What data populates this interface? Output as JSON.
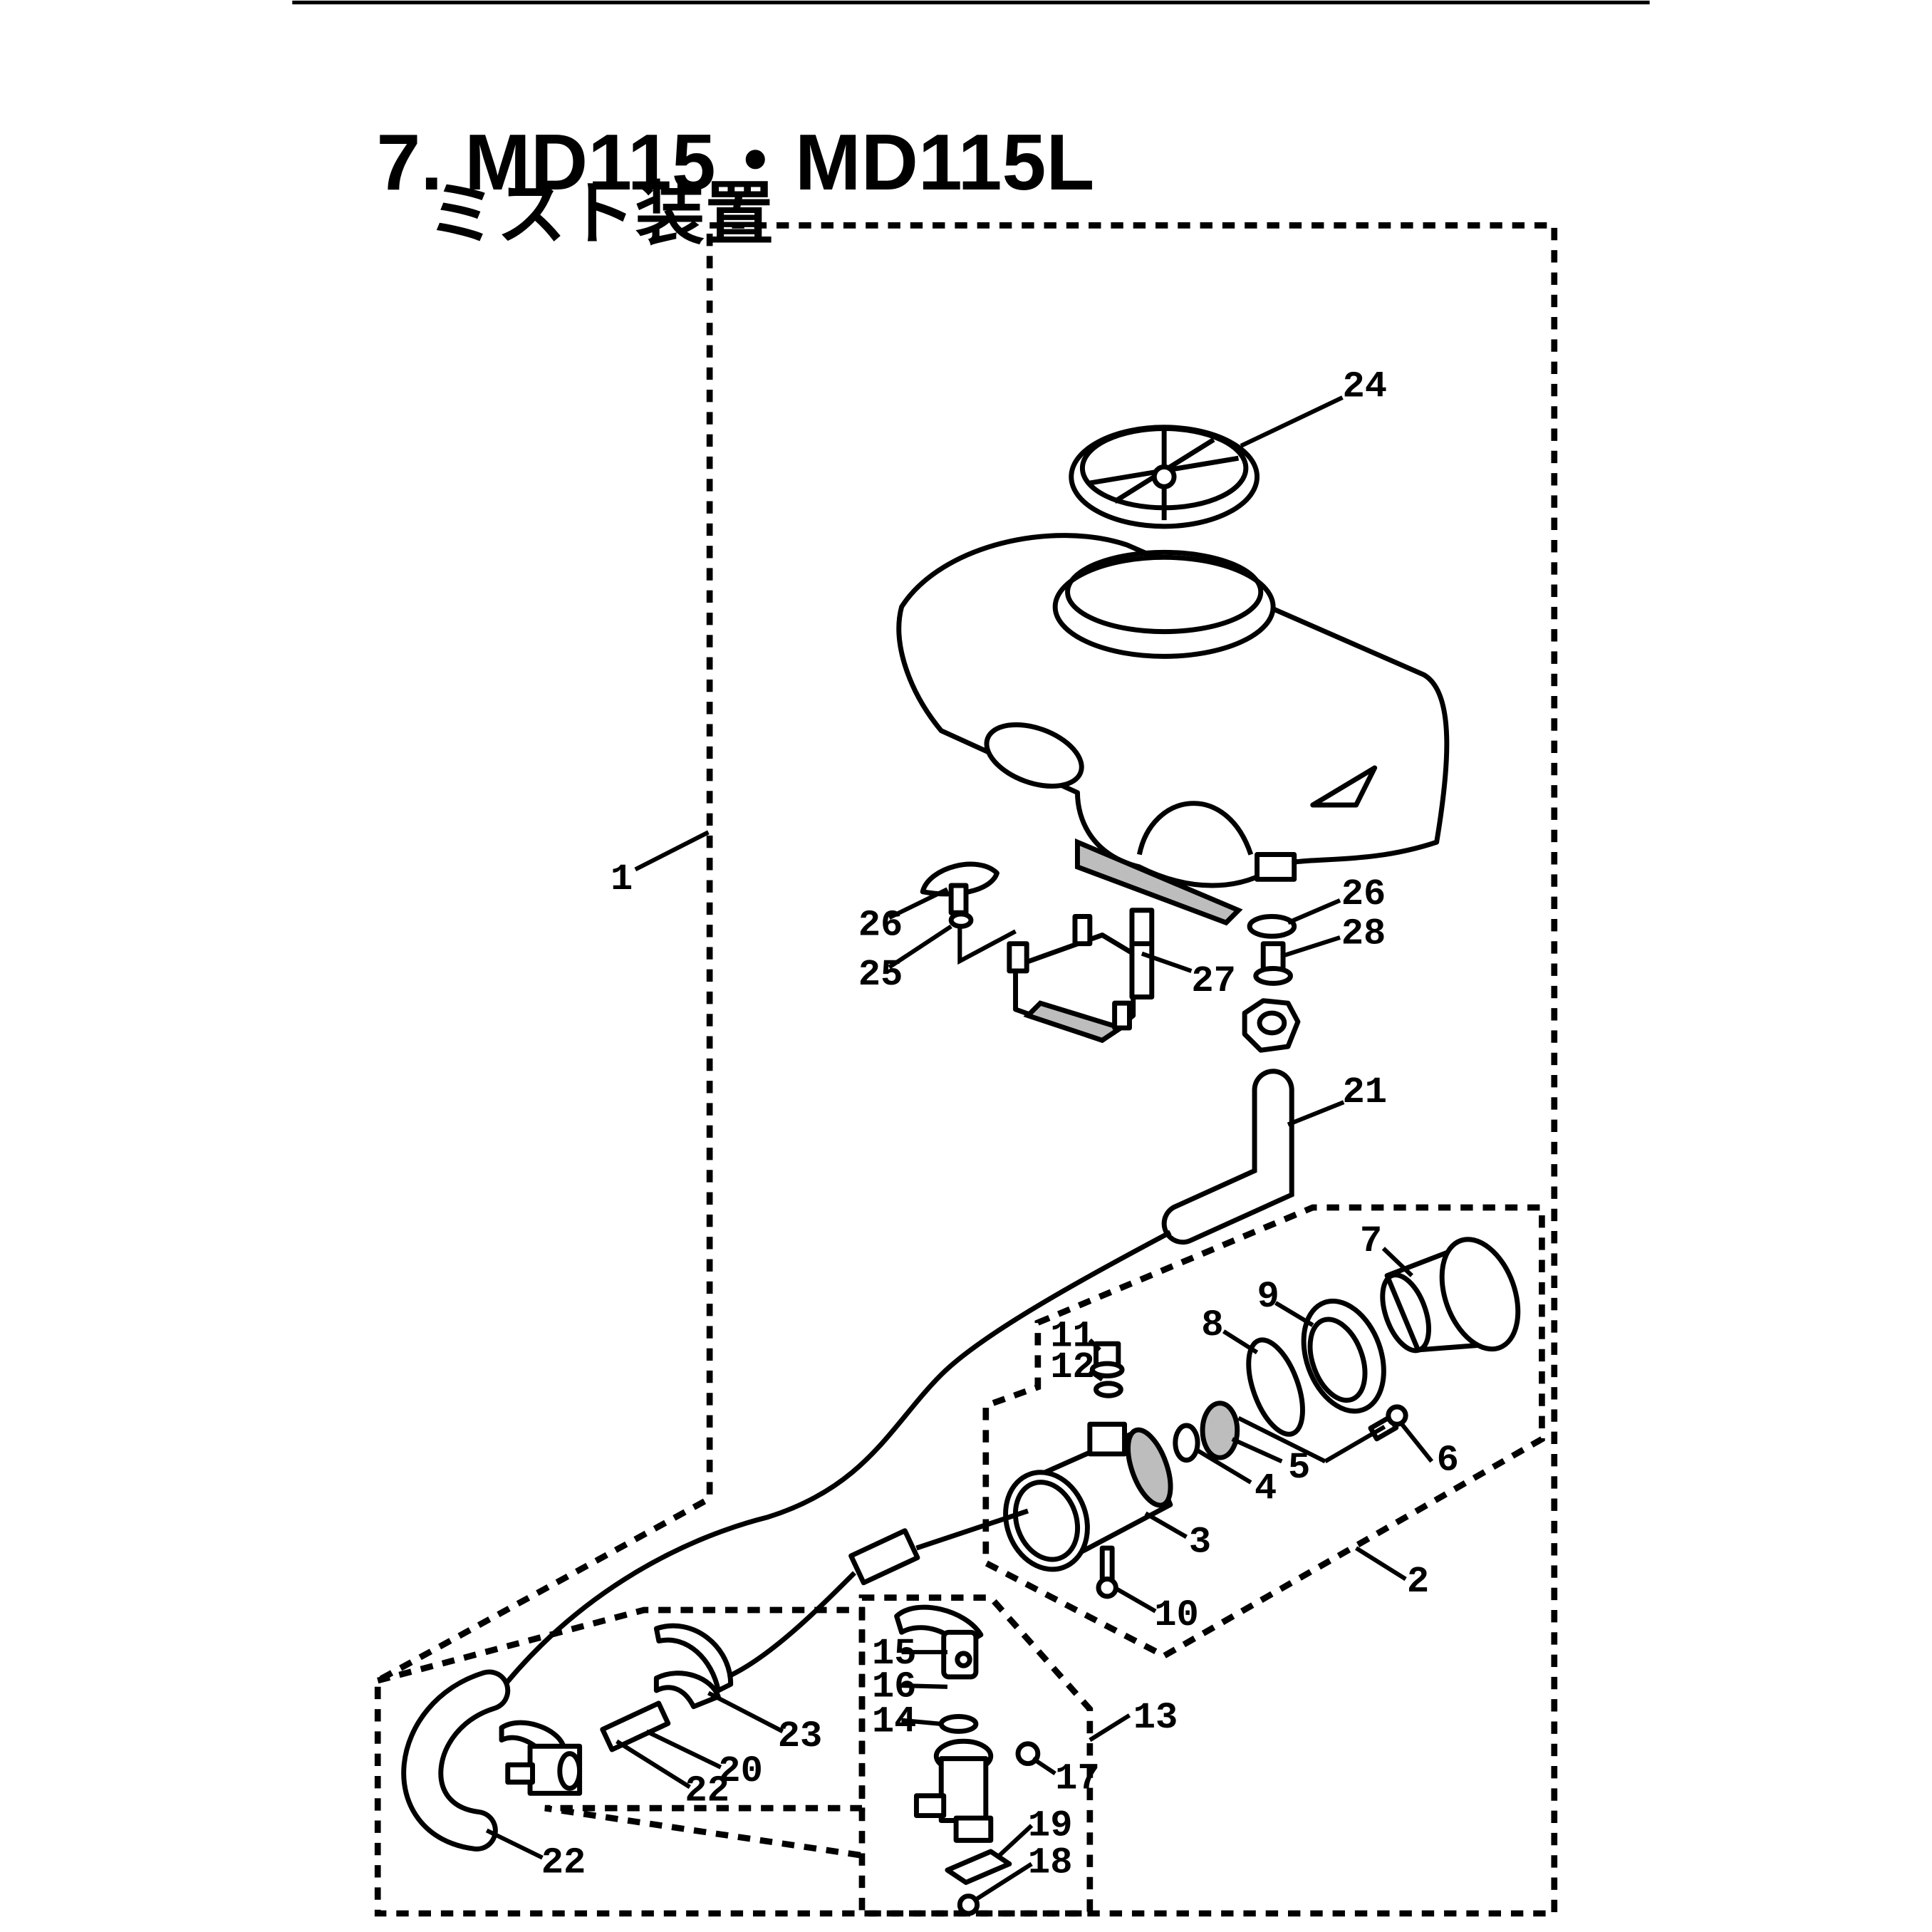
{
  "header": {
    "title": "7. MD115・MD115L",
    "subtitle": "ミスト装置"
  },
  "callouts": [
    {
      "id": "c1",
      "label": "1"
    },
    {
      "id": "c2",
      "label": "2"
    },
    {
      "id": "c3",
      "label": "3"
    },
    {
      "id": "c4",
      "label": "4"
    },
    {
      "id": "c5",
      "label": "5"
    },
    {
      "id": "c6",
      "label": "6"
    },
    {
      "id": "c7",
      "label": "7"
    },
    {
      "id": "c8",
      "label": "8"
    },
    {
      "id": "c9",
      "label": "9"
    },
    {
      "id": "c10",
      "label": "10"
    },
    {
      "id": "c11",
      "label": "11"
    },
    {
      "id": "c12",
      "label": "12"
    },
    {
      "id": "c13",
      "label": "13"
    },
    {
      "id": "c14",
      "label": "14"
    },
    {
      "id": "c15",
      "label": "15"
    },
    {
      "id": "c16",
      "label": "16"
    },
    {
      "id": "c17",
      "label": "17"
    },
    {
      "id": "c18",
      "label": "18"
    },
    {
      "id": "c19",
      "label": "19"
    },
    {
      "id": "c20",
      "label": "20"
    },
    {
      "id": "c21",
      "label": "21"
    },
    {
      "id": "c22a",
      "label": "22"
    },
    {
      "id": "c22b",
      "label": "22"
    },
    {
      "id": "c23",
      "label": "23"
    },
    {
      "id": "c24",
      "label": "24"
    },
    {
      "id": "c25",
      "label": "25"
    },
    {
      "id": "c26a",
      "label": "26"
    },
    {
      "id": "c26b",
      "label": "26"
    },
    {
      "id": "c27",
      "label": "27"
    },
    {
      "id": "c28",
      "label": "28"
    }
  ]
}
